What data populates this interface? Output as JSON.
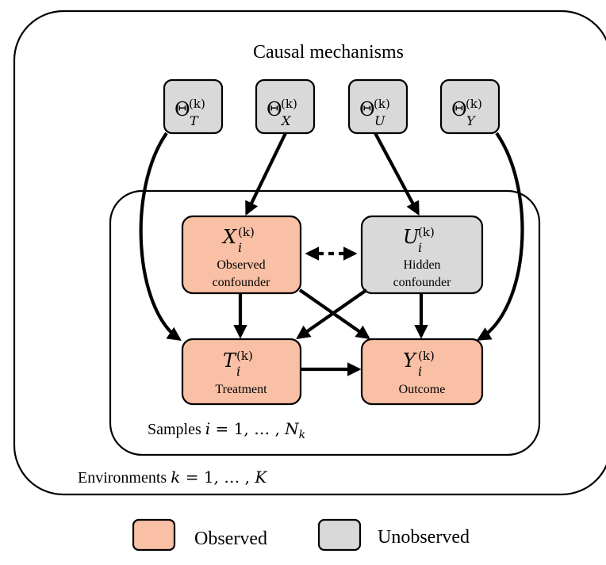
{
  "panels": {
    "mechanisms_title": "Causal mechanisms",
    "samples_label": {
      "text": "Samples ",
      "var": "i",
      "eq": " = 1, … , ",
      "N": "N",
      "sub": "k"
    },
    "environments_label": {
      "text": "Environments ",
      "var": "k",
      "eq": " = 1, … , ",
      "K": "K"
    }
  },
  "mechanisms": [
    {
      "id": "theta-T",
      "symbol": "Θ",
      "sub": "T",
      "sup": "(k)"
    },
    {
      "id": "theta-X",
      "symbol": "Θ",
      "sub": "X",
      "sup": "(k)"
    },
    {
      "id": "theta-U",
      "symbol": "Θ",
      "sub": "U",
      "sup": "(k)"
    },
    {
      "id": "theta-Y",
      "symbol": "Θ",
      "sub": "Y",
      "sup": "(k)"
    }
  ],
  "variables": {
    "X": {
      "symbol": "X",
      "sub": "i",
      "sup": "(k)",
      "label_line1": "Observed",
      "label_line2": "confounder"
    },
    "U": {
      "symbol": "U",
      "sub": "i",
      "sup": "(k)",
      "label_line1": "Hidden",
      "label_line2": "confounder"
    },
    "T": {
      "symbol": "T",
      "sub": "i",
      "sup": "(k)",
      "label_line1": "Treatment"
    },
    "Y": {
      "symbol": "Y",
      "sub": "i",
      "sup": "(k)",
      "label_line1": "Outcome"
    }
  },
  "legend": {
    "observed_label": "Observed",
    "unobserved_label": "Unobserved"
  },
  "colors": {
    "observed": "#f9c0a5",
    "unobserved": "#d9d9d9",
    "stroke": "#000000"
  }
}
